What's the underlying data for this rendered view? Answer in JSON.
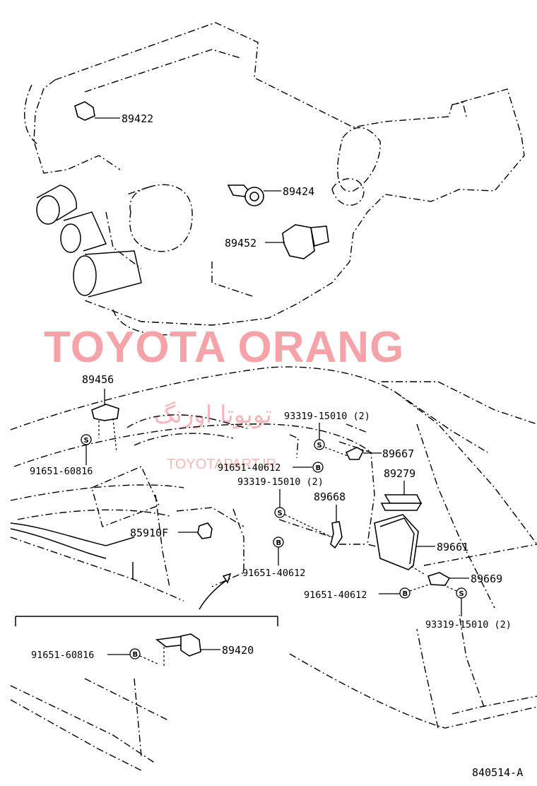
{
  "watermark": {
    "main": "TOYOTA ORANG",
    "url": "TOYOTAPART.IR",
    "persian": "تویوتا اورنگ"
  },
  "parts": {
    "p89422": "89422",
    "p89424": "89424",
    "p89452": "89452",
    "p89456": "89456",
    "p91651_60816_a": "91651-60816",
    "p93319_15010_a": "93319-15010 (2)",
    "p89667": "89667",
    "p91651_40612_a": "91651-40612",
    "p89279": "89279",
    "p93319_15010_b": "93319-15010 (2)",
    "p89668": "89668",
    "p85910f": "85910F",
    "p89661": "89661",
    "p91651_40612_b": "91651-40612",
    "p89669": "89669",
    "p91651_40612_c": "91651-40612",
    "p93319_15010_c": "93319-15010 (2)",
    "p91651_60816_b": "91651-60816",
    "p89420": "89420"
  },
  "symbols": {
    "s": "S",
    "b": "B"
  },
  "diagram_id": "840514-A"
}
